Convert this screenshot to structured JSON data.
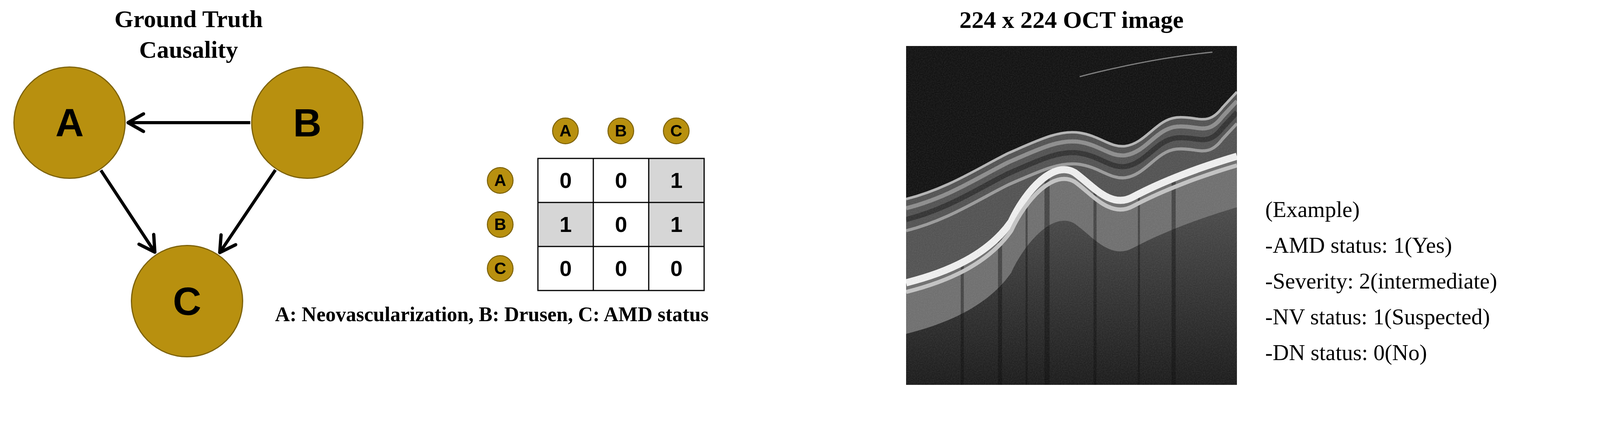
{
  "diagram": {
    "nodes": [
      {
        "text": [
          "A"
        ]
      },
      {
        "text": [
          "B"
        ]
      },
      {
        "text": [
          "C"
        ]
      },
      {
        "text": [
          "A"
        ]
      },
      {
        "text": [
          "B"
        ]
      },
      {
        "text": [
          "C"
        ]
      },
      {
        "text": [
          "A"
        ]
      },
      {
        "text": [
          "B"
        ]
      },
      {
        "text": [
          "C"
        ]
      }
    ],
    "edges": [
      {
        "from": 1,
        "to": 0,
        "arrow": "to"
      },
      {
        "from": 0,
        "to": 2,
        "arrow": "to"
      },
      {
        "from": 1,
        "to": 2,
        "arrow": "to"
      }
    ],
    "labels": [
      "Ground Truth Causality",
      "0",
      "0",
      "1",
      "1",
      "0",
      "1",
      "0",
      "0",
      "0",
      "A: Neovascularization, B: Drusen, C: AMD status",
      "224 x 224 OCT image",
      "(Example)",
      "-AMD status: 1(Yes)",
      "-Severity: 2(intermediate)",
      "-NV status: 1(Suspected)",
      "-DN status: 0(No)"
    ]
  }
}
